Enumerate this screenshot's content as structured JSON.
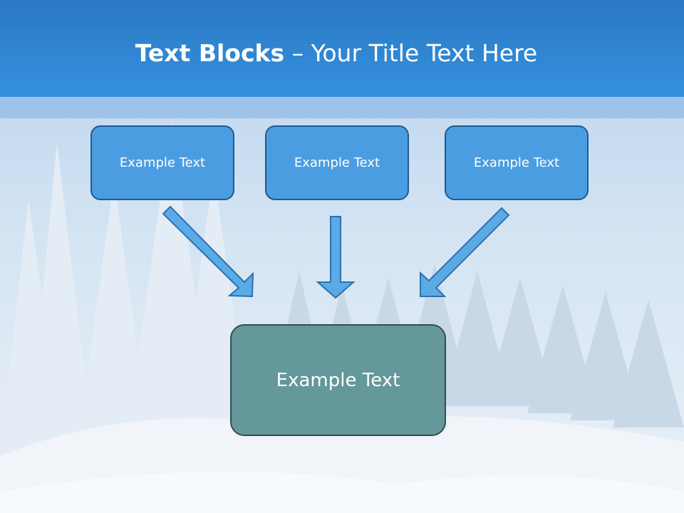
{
  "slide": {
    "title_bold": "Text Blocks",
    "title_rest": " – Your Title Text Here"
  },
  "blocks": {
    "top": [
      "Example Text",
      "Example Text",
      "Example Text"
    ],
    "bottom": "Example Text"
  },
  "colors": {
    "header": "#2f86d3",
    "block_fill": "#4a9de0",
    "block_border": "#205a8f",
    "arrow_fill": "#5aaae6",
    "bottom_block_fill": "#64989a"
  }
}
